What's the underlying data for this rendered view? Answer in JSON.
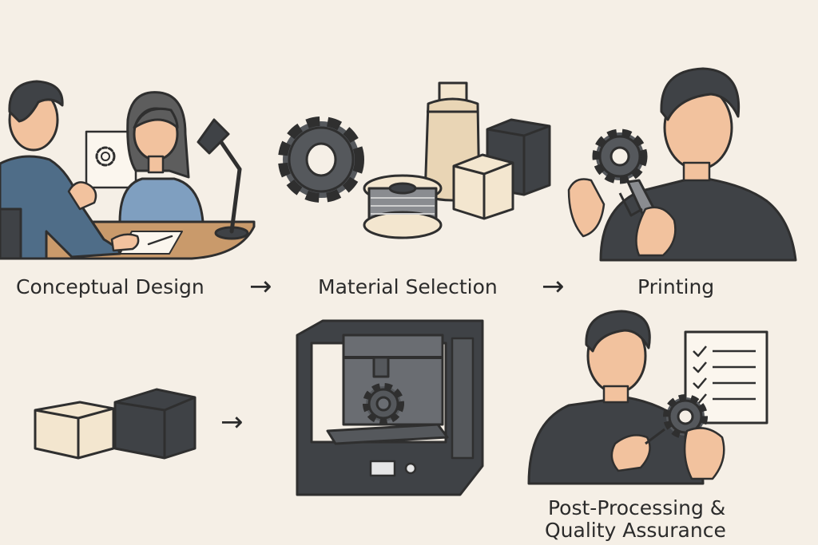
{
  "steps": [
    {
      "label": "Conceptual Design"
    },
    {
      "label": "Material Selection"
    },
    {
      "label": "Printing"
    },
    {
      "label": "Post-Processing &",
      "label_line2": "Quality Assurance"
    }
  ],
  "arrows": {
    "glyph": "→"
  },
  "colors": {
    "background": "#f5efe6",
    "outline": "#2f2f2f",
    "dark_gray": "#3f4246",
    "blue_shirt": "#4f6d88",
    "light_blue": "#7f9fc0",
    "skin": "#f2c29e",
    "desk": "#c99a6b",
    "cream": "#f3e6cf"
  }
}
